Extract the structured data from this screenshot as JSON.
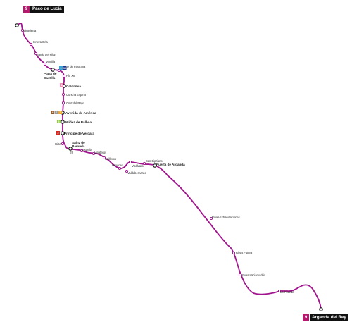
{
  "line": {
    "number": "9",
    "color": "#a0148c",
    "terminal_north": "Paco de Lucía",
    "terminal_south": "Arganda del Rey"
  },
  "stations": [
    {
      "id": "paco-de-lucia",
      "name": "",
      "major": true
    },
    {
      "id": "mirasierra",
      "name": "Mirasierra",
      "major": false
    },
    {
      "id": "herrera-oria",
      "name": "Herrera Oria",
      "major": false
    },
    {
      "id": "barrio-del-pilar",
      "name": "Barrio del Pilar",
      "major": false
    },
    {
      "id": "ventilla",
      "name": "Ventilla",
      "major": false
    },
    {
      "id": "plaza-de-castilla",
      "name": "Plaza de Castilla",
      "major": true
    },
    {
      "id": "duque-de-pastrana",
      "name": "Duque de Pastrana",
      "major": false
    },
    {
      "id": "pio-xii",
      "name": "Pío XII",
      "major": false
    },
    {
      "id": "colombia",
      "name": "Colombia",
      "major": true
    },
    {
      "id": "concha-espina",
      "name": "Concha Espina",
      "major": false
    },
    {
      "id": "cruz-del-rayo",
      "name": "Cruz del Rayo",
      "major": false
    },
    {
      "id": "avenida-de-america",
      "name": "Avenida de América",
      "major": true
    },
    {
      "id": "nunez-de-balboa",
      "name": "Núñez de Balboa",
      "major": true
    },
    {
      "id": "principe-de-vergara",
      "name": "Príncipe de Vergara",
      "major": true
    },
    {
      "id": "ibiza",
      "name": "Ibiza",
      "major": false
    },
    {
      "id": "sainz-de-baranda",
      "name": "Sainz de Baranda",
      "major": true
    },
    {
      "id": "estrella",
      "name": "Estrella",
      "major": false
    },
    {
      "id": "vinateros",
      "name": "Vinateros",
      "major": false
    },
    {
      "id": "artilleros",
      "name": "Artilleros",
      "major": false
    },
    {
      "id": "pavones",
      "name": "Pavones",
      "major": false
    },
    {
      "id": "valdebernardo",
      "name": "Valdebernardo",
      "major": false
    },
    {
      "id": "vicalvaro",
      "name": "Vicálvaro",
      "major": false
    },
    {
      "id": "san-cipriano",
      "name": "San Cipriano",
      "major": false
    },
    {
      "id": "puerta-de-arganda",
      "name": "Puerta de Arganda",
      "major": true
    },
    {
      "id": "rivas-urbanizaciones",
      "name": "Rivas-Urbanizaciones",
      "major": false
    },
    {
      "id": "rivas-futura",
      "name": "Rivas Futura",
      "major": false
    },
    {
      "id": "rivas-vaciamadrid",
      "name": "Rivas-Vaciamadrid",
      "major": false
    },
    {
      "id": "la-poveda",
      "name": "La Poveda",
      "major": false
    },
    {
      "id": "arganda-del-rey",
      "name": "",
      "major": true
    }
  ],
  "connections": [
    {
      "station": "plaza-de-castilla",
      "badges": [
        {
          "label": "1",
          "color": "#2fa3d8"
        },
        {
          "label": "10",
          "color": "#1a3a8f"
        }
      ]
    },
    {
      "station": "colombia",
      "badges": [
        {
          "label": "8",
          "color": "#f08bb8"
        }
      ]
    },
    {
      "station": "avenida-de-america",
      "badges": [
        {
          "label": "4",
          "color": "#8b5a2b"
        },
        {
          "label": "6",
          "color": "#9a9a9a"
        },
        {
          "label": "7",
          "color": "#f5a31a"
        }
      ]
    },
    {
      "station": "nunez-de-balboa",
      "badges": [
        {
          "label": "5",
          "color": "#8ec63f"
        }
      ]
    },
    {
      "station": "principe-de-vergara",
      "badges": [
        {
          "label": "2",
          "color": "#e2231a"
        }
      ]
    },
    {
      "station": "sainz-de-baranda",
      "badges": [
        {
          "label": "6",
          "color": "#9a9a9a"
        }
      ]
    }
  ]
}
